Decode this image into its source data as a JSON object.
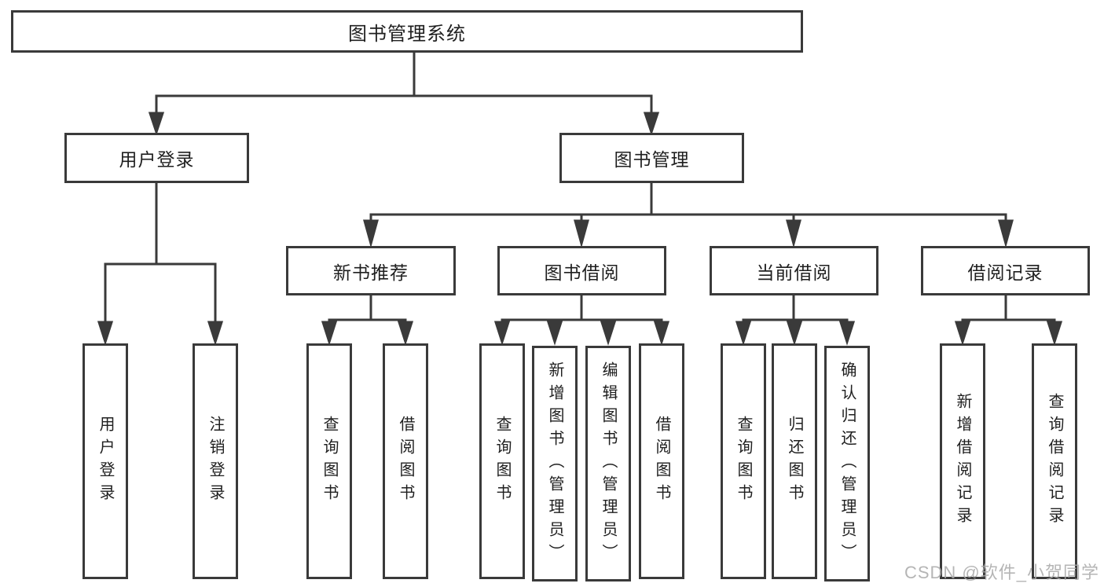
{
  "tree": {
    "label": "图书管理系统",
    "children": [
      {
        "label": "用户登录",
        "children": [
          {
            "label": "用户登录"
          },
          {
            "label": "注销登录"
          }
        ]
      },
      {
        "label": "图书管理",
        "children": [
          {
            "label": "新书推荐",
            "children": [
              {
                "label": "查询图书"
              },
              {
                "label": "借阅图书"
              }
            ]
          },
          {
            "label": "图书借阅",
            "children": [
              {
                "label": "查询图书"
              },
              {
                "label": "新增图书（管理员）"
              },
              {
                "label": "编辑图书（管理员）"
              },
              {
                "label": "借阅图书"
              }
            ]
          },
          {
            "label": "当前借阅",
            "children": [
              {
                "label": "查询图书"
              },
              {
                "label": "归还图书"
              },
              {
                "label": "确认归还（管理员）"
              }
            ]
          },
          {
            "label": "借阅记录",
            "children": [
              {
                "label": "新增借阅记录"
              },
              {
                "label": "查询借阅记录"
              }
            ]
          }
        ]
      }
    ]
  },
  "watermark": {
    "text": "CSDN @软件_小贺同学"
  },
  "colors": {
    "line": "#3a3a3a",
    "text": "#1f1f1f",
    "background": "#ffffff",
    "watermark": "#a9a9a9"
  }
}
